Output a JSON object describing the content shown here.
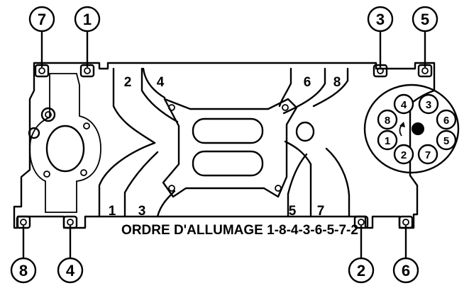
{
  "bolt_callouts": {
    "top_left_outer": "7",
    "top_left_inner": "1",
    "top_right_inner": "3",
    "top_right_outer": "5",
    "bottom_left_outer": "8",
    "bottom_left_inner": "4",
    "bottom_right_inner": "2",
    "bottom_right_outer": "6"
  },
  "runner_labels": {
    "top_2": "2",
    "top_4": "4",
    "top_6": "6",
    "top_8": "8",
    "bottom_1": "1",
    "bottom_3": "3",
    "bottom_5": "5",
    "bottom_7": "7"
  },
  "distributor_caps": [
    "4",
    "3",
    "6",
    "5",
    "7",
    "2",
    "1",
    "8"
  ],
  "firing_order_text": "ORDRE D'ALLUMAGE 1-8-4-3-6-5-7-2"
}
